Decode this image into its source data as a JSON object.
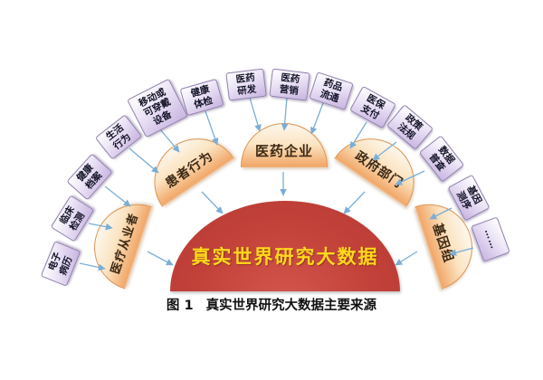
{
  "figure": {
    "center_label": "真实世界研究大数据",
    "caption": {
      "prefix": "图 1",
      "text": "真实世界研究大数据主要来源"
    }
  },
  "arcs": [
    {
      "label": "医疗从业者"
    },
    {
      "label": "患者行为"
    },
    {
      "label": "医药企业"
    },
    {
      "label": "政府部门"
    },
    {
      "label": "基因组"
    }
  ],
  "sources": [
    {
      "label": "电子病历",
      "target": "医疗从业者"
    },
    {
      "label": "临床检测",
      "target": "医疗从业者"
    },
    {
      "label": "健康档案",
      "target": "医疗从业者"
    },
    {
      "label": "生活行为",
      "target": "患者行为"
    },
    {
      "label": "移动或可穿戴设备",
      "target": "患者行为"
    },
    {
      "label": "健康体检",
      "target": "患者行为"
    },
    {
      "label": "医药研发",
      "target": "医药企业"
    },
    {
      "label": "医药营销",
      "target": "医药企业"
    },
    {
      "label": "药品流通",
      "target": "医药企业"
    },
    {
      "label": "医保支付",
      "target": "政府部门"
    },
    {
      "label": "政策法规",
      "target": "政府部门"
    },
    {
      "label": "数据普查",
      "target": "政府部门"
    },
    {
      "label": "基因测序",
      "target": "基因组"
    },
    {
      "label": "……",
      "target": "基因组"
    }
  ],
  "colors": {
    "dome_red": "#c2423a",
    "dome_text_gold": "#ffd91c",
    "arc_orange": "#f1a667",
    "arc_cream": "#fdf7ec",
    "box_purple": "#c9b5e1",
    "box_border": "#8f7fae",
    "arrow_blue": "#7aaed6",
    "caption_black": "#111111"
  }
}
